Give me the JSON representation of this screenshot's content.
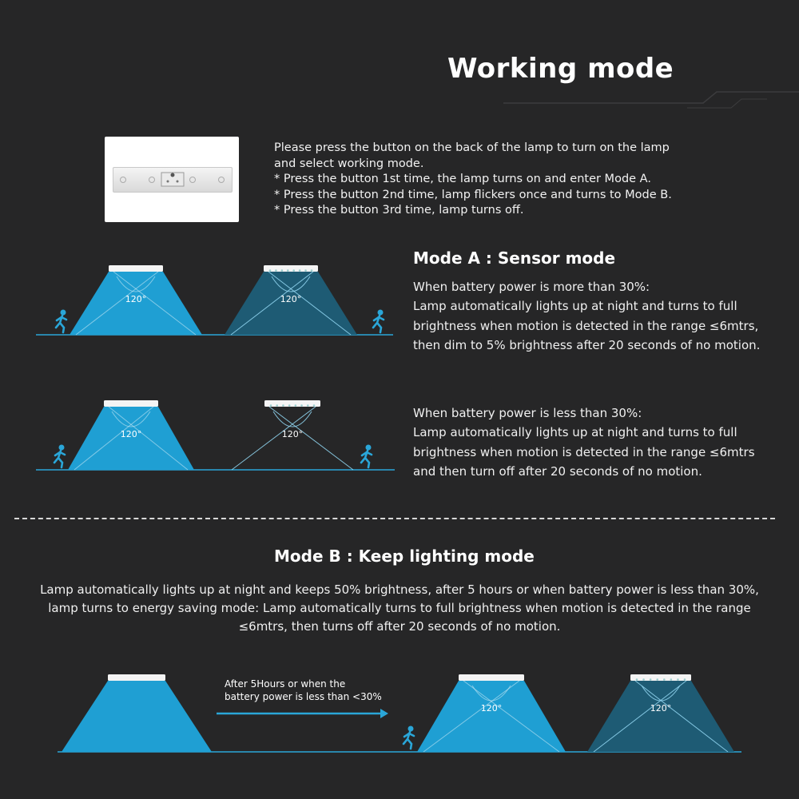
{
  "title": "Working mode",
  "instructions": {
    "lines": [
      "Please press the button on the back of the lamp to turn on the lamp",
      "and select working mode.",
      "* Press the button 1st time, the lamp turns on and enter Mode A.",
      "* Press the button 2nd time, lamp flickers once and turns to Mode B.",
      "* Press the button 3rd time, lamp turns off."
    ]
  },
  "mode_a": {
    "title": "Mode A : Sensor mode",
    "above_30": [
      "When battery power is more than 30%:",
      "Lamp automatically lights up at night and turns to full",
      "brightness when motion is detected in the range ≤6mtrs,",
      "then dim to 5% brightness after 20 seconds of no motion."
    ],
    "below_30": [
      "When battery power is less than 30%:",
      "Lamp automatically lights up at night and turns to full",
      "brightness when motion is detected in the range ≤6mtrs",
      "and then turn off after 20 seconds of no motion."
    ]
  },
  "mode_b": {
    "title": "Mode B : Keep lighting mode",
    "description": [
      "Lamp automatically lights up at night and keeps 50% brightness, after 5 hours or when battery power is less than 30%,",
      "lamp turns to energy saving mode: Lamp automatically turns to full brightness when motion is detected in the range",
      "≤6mtrs, then turns off after 20 seconds of no motion."
    ],
    "arrow_label": [
      "After 5Hours or when the",
      "battery power is less than <30%"
    ]
  },
  "angle_label": "120°",
  "colors": {
    "background": "#262627",
    "beam_full": "#1f9fd3",
    "beam_dim": "#1d5e78",
    "beam_edge": "#8fd3ee",
    "ground_line": "#2aa6d8",
    "figure": "#2aa6d8"
  }
}
